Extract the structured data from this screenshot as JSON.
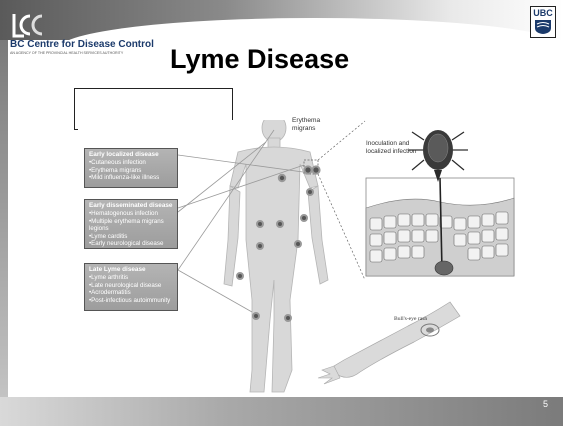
{
  "header": {
    "org_name": "BC Centre for Disease Control",
    "org_tagline": "AN AGENCY OF THE PROVINCIAL HEALTH SERVICES AUTHORITY",
    "university_logo": "UBC"
  },
  "slide": {
    "title": "Lyme Disease",
    "page_number": "5"
  },
  "figure": {
    "erythema_label": [
      "Erythema",
      "migrans"
    ],
    "inset_label": [
      "Inoculation and",
      "localized infection"
    ],
    "bullseye_label": "Bull's-eye rash",
    "stages": [
      {
        "heading": "Early localized disease",
        "items": [
          "Cutaneous infection",
          "Erythema migrans",
          "Mild influenza-like illness"
        ]
      },
      {
        "heading": "Early disseminated disease",
        "items": [
          "Hematogenous infection",
          "Multiple erythema migrans legions",
          "Lyme carditis",
          "Early neurological disease"
        ]
      },
      {
        "heading": "Late Lyme disease",
        "items": [
          "Lyme arthritis",
          "Late neurological disease",
          "Acrodermatitis",
          "Post-infectious autoimmunity"
        ]
      }
    ]
  },
  "colors": {
    "title_text": "#000000",
    "org_blue": "#1b3a6b",
    "stage_box": "#a6a6a6",
    "body_fill": "#d8d8d8"
  },
  "icons": [
    "bccdc-logo-icon",
    "ubc-crest-icon",
    "tick-icon",
    "hair-follicle-icon",
    "lesion-icon"
  ]
}
